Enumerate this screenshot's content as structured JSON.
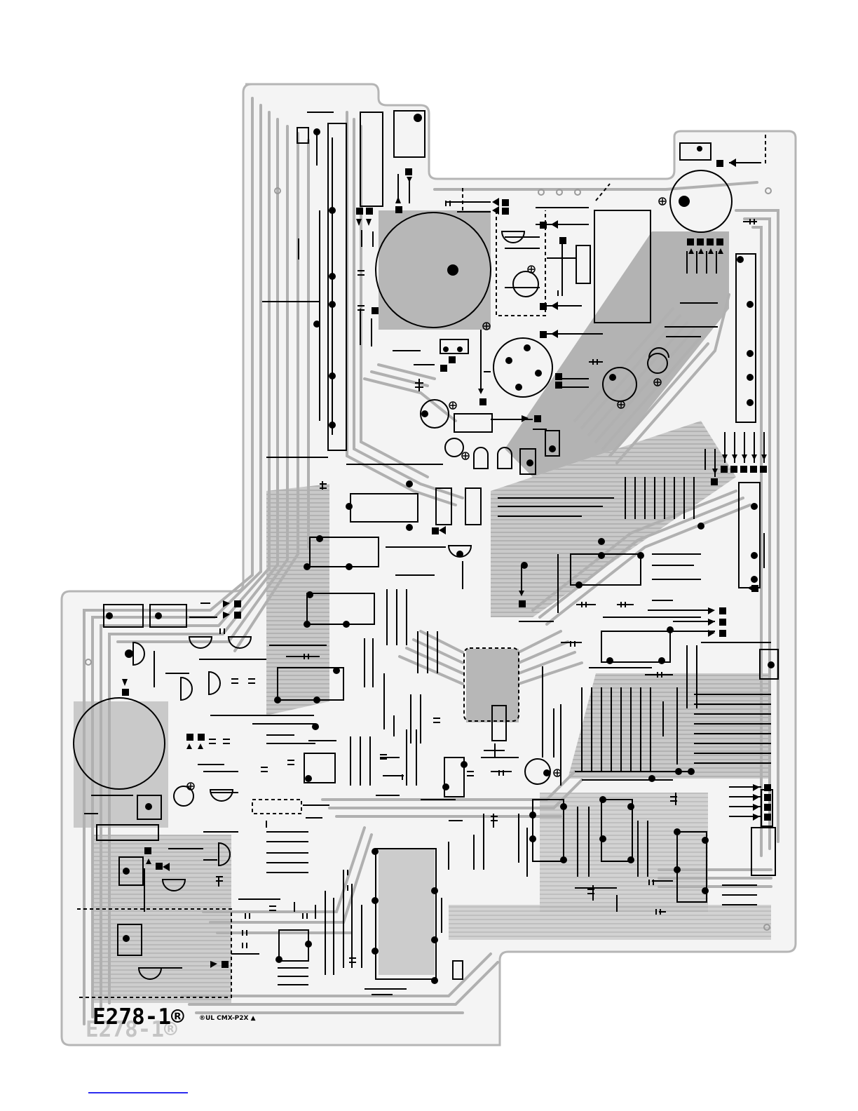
{
  "board": {
    "label": "E278-1®",
    "label_mirror": "E278-1®",
    "marking": "®UL CMX-P2X ▲"
  },
  "colors": {
    "copper": "#a9a9a9",
    "copper_light": "#c7c7c7",
    "outline": "#b5b5b5",
    "ink": "#000000",
    "footer_line": "#2d2df0"
  },
  "icons": {
    "component_polarity": "plus-circle-icon",
    "diode": "diode-arrow-icon",
    "pad": "solder-pad-icon"
  }
}
